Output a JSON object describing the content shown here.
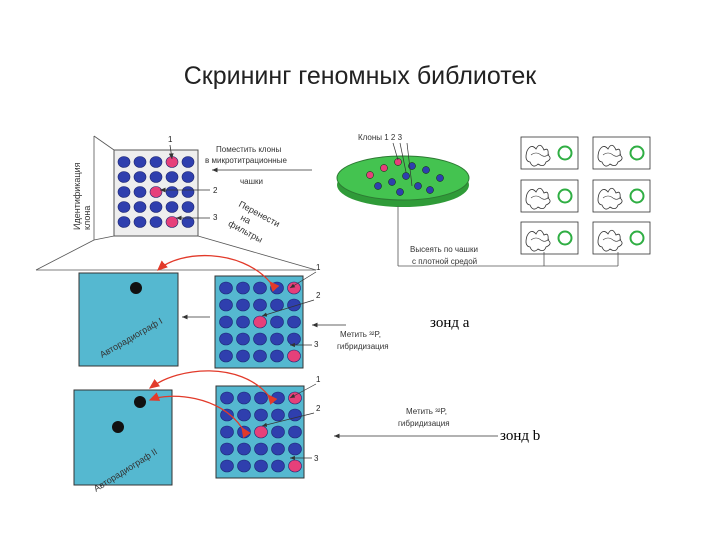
{
  "title": "Скрининг геномных библиотек",
  "labels": {
    "clone_id_1": "Идентификация",
    "clone_id_2": "клона",
    "place_clones_1": "Поместить клоны",
    "place_clones_2": "в микротитрационные",
    "place_clones_3": "чашки",
    "transfer_1": "Перенести",
    "transfer_2": "на",
    "transfer_3": "фильтры",
    "clones_123": "Клоны 1 2 3",
    "plate_out_1": "Высеять по чашки",
    "plate_out_2": "с плотной средой",
    "label_32p_a_1": "Метить ³²P,",
    "label_32p_a_2": "гибридизация",
    "label_32p_b_1": "Метить ³²P,",
    "label_32p_b_2": "гибридизация",
    "probe_a": "зонд а",
    "probe_b": "зонд b",
    "autoradiograph_a": "Авторадиограф I",
    "autoradiograph_b": "Авторадиограф II"
  },
  "row_numbers": [
    "1",
    "2",
    "3"
  ],
  "colors": {
    "well_blue": "#2f3fae",
    "well_pink": "#e6407a",
    "filter_teal": "#55b8d0",
    "dish_green": "#3fbf4a",
    "arrow_red": "#e23a2a",
    "spot_black": "#111111"
  }
}
